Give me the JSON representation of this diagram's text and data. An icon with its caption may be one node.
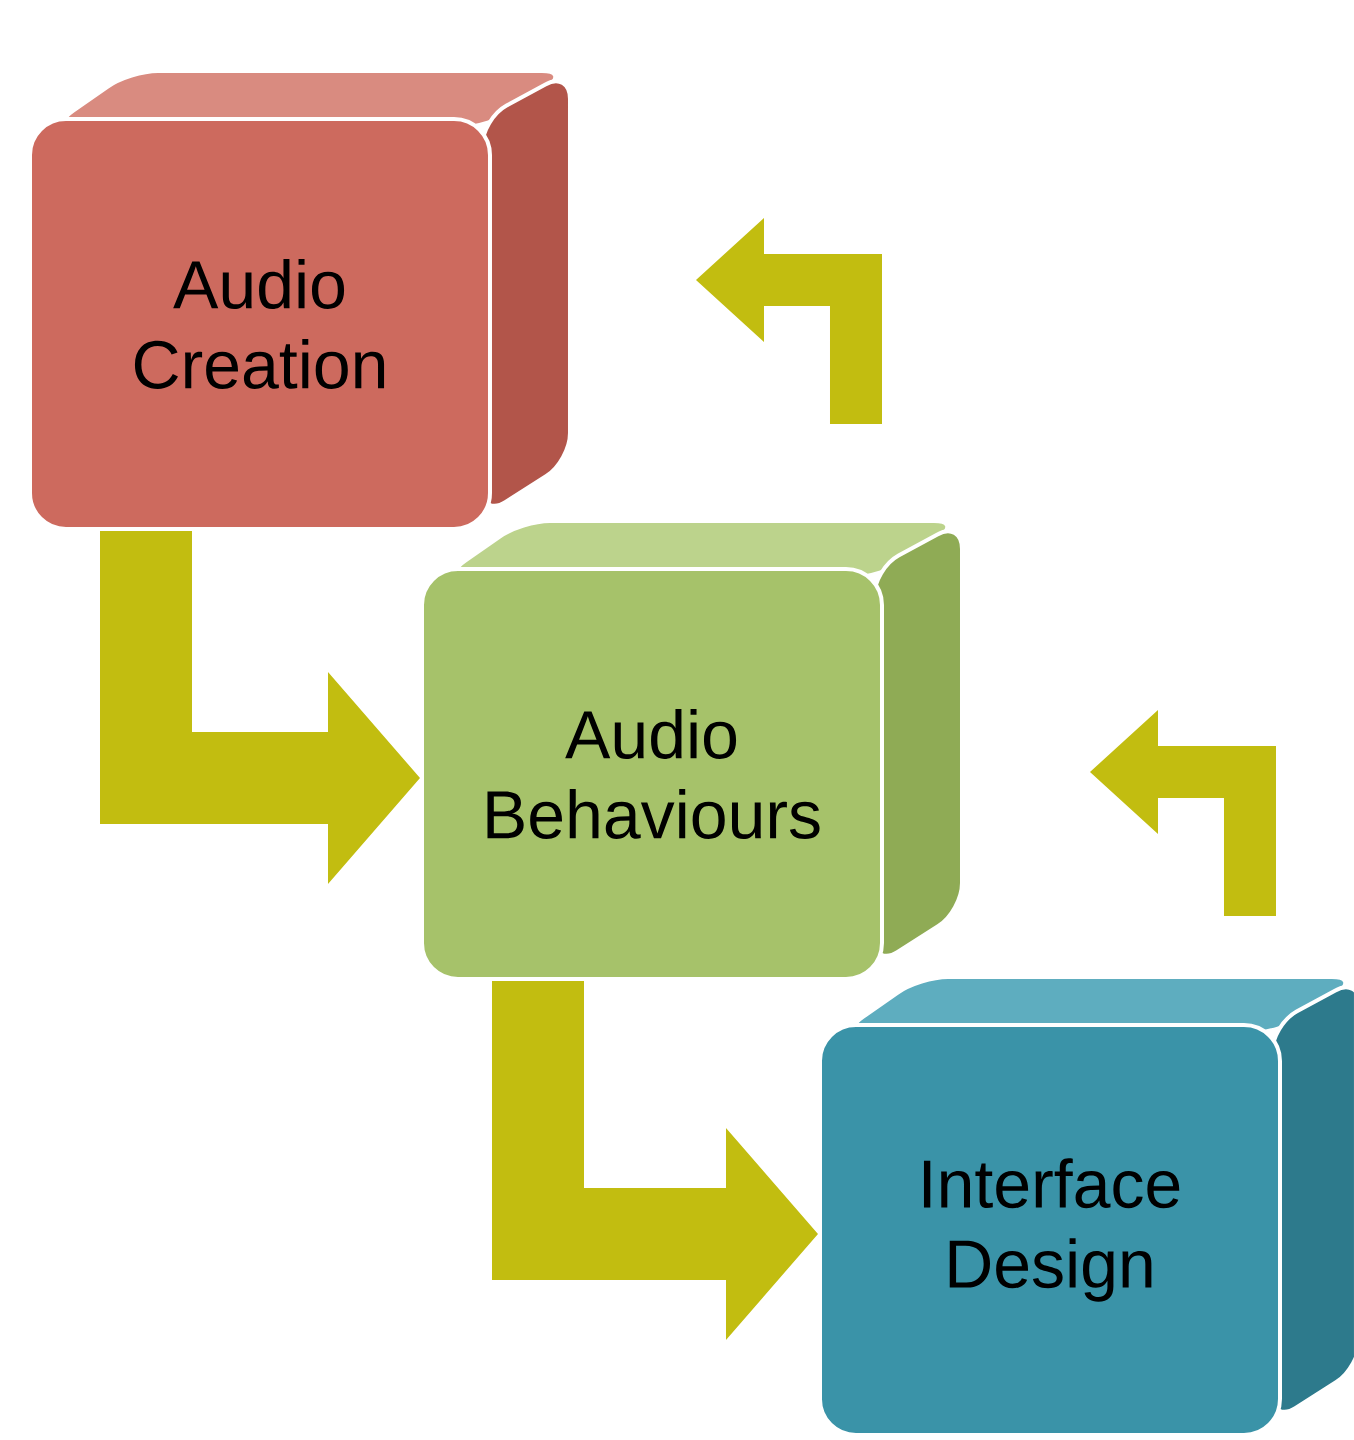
{
  "diagram": {
    "nodes": [
      {
        "text": [
          "Audio Creation"
        ]
      },
      {
        "text": [
          "Audio Behaviours"
        ]
      },
      {
        "text": [
          "Interface Design"
        ]
      }
    ],
    "edges": [
      {
        "from": 0,
        "to": 1,
        "arrow": "to"
      },
      {
        "from": 1,
        "to": 2,
        "arrow": "to"
      }
    ]
  }
}
